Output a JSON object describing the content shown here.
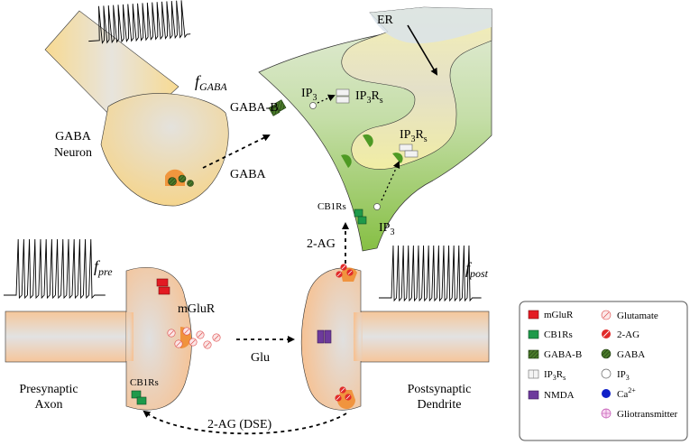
{
  "labels": {
    "f_gaba_main": "f",
    "f_gaba_sub": "GABA",
    "gaba_neuron_l1": "GABA",
    "gaba_neuron_l2": "Neuron",
    "gaba_transmitter": "GABA",
    "gaba_b": "GABA-B",
    "er": "ER",
    "ip3_top": "IP",
    "ip3_top_sub": "3",
    "ip3rs_top": "IP",
    "ip3rs_top_sub": "3",
    "ip3rs_top_r": "R",
    "ip3rs_top_s": "s",
    "ip3rs_mid": "IP",
    "ip3rs_mid_sub": "3",
    "ip3rs_mid_r": "R",
    "ip3rs_mid_s": "s",
    "cb1rs_astro": "CB1Rs",
    "ip3_low": "IP",
    "ip3_low_sub": "3",
    "two_ag_up": "2-AG",
    "f_pre_main": "f",
    "f_pre_sub": "pre",
    "f_post_main": "f",
    "f_post_sub": "post",
    "mglur": "mGluR",
    "glu": "Glu",
    "cb1rs_pre": "CB1Rs",
    "pre_l1": "Presynaptic",
    "pre_l2": "Axon",
    "post_l1": "Postsynaptic",
    "post_l2": "Dendrite",
    "dse": "2-AG (DSE)"
  },
  "legend": {
    "left": [
      {
        "label": "mGluR",
        "icon": "mglur-icon"
      },
      {
        "label": "CB1Rs",
        "icon": "cb1rs-icon"
      },
      {
        "label": "GABA-B",
        "icon": "gaba-b-icon"
      },
      {
        "label_main": "IP",
        "label_sub": "3",
        "label_rest": "R",
        "label_sub2": "s",
        "icon": "ip3rs-icon"
      },
      {
        "label": "NMDA",
        "icon": "nmda-icon"
      }
    ],
    "right": [
      {
        "label": "Glutamate",
        "icon": "glutamate-icon"
      },
      {
        "label": "2-AG",
        "icon": "two-ag-icon"
      },
      {
        "label": "GABA",
        "icon": "gaba-icon"
      },
      {
        "label_main": "IP",
        "label_sub": "3",
        "icon": "ip3-icon"
      },
      {
        "label_main": "Ca",
        "label_sup": "2+",
        "icon": "calcium-icon"
      },
      {
        "label": "Gliotransmitter",
        "icon": "gliotransmitter-icon"
      }
    ]
  },
  "colors": {
    "neuron_fill": "#f6c79a",
    "neuron_core": "#dcdcdc",
    "gaba_fill": "#f8d98a",
    "astro_top": "#dfe9d2",
    "astro_bottom": "#8fc34f",
    "er_fill": "#f3efa9",
    "mglur": "#e31b23",
    "cb1rs": "#1e9a4a",
    "gaba_b": "#3f6b24",
    "nmda": "#6d3a9c",
    "two_ag": "#e12a2a",
    "calcium": "#1020c8",
    "gliotransmitter": "#d060c0"
  }
}
